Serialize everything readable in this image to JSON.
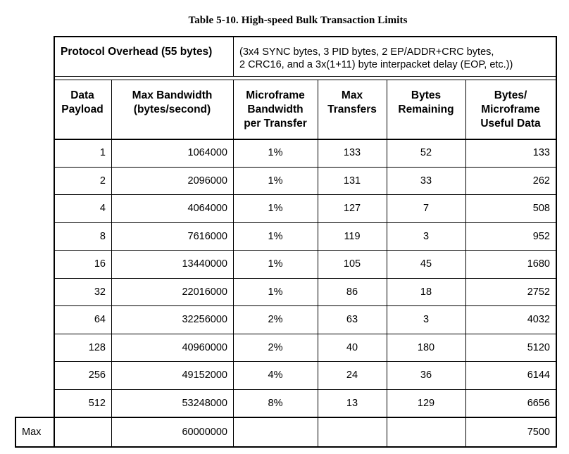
{
  "caption": "Table 5-10.  High-speed Bulk Transaction Limits",
  "protocol_overhead": {
    "label": "Protocol Overhead (55 bytes)",
    "description_line1": "(3x4 SYNC bytes, 3 PID bytes, 2 EP/ADDR+CRC bytes,",
    "description_line2": "2 CRC16, and a 3x(1+11) byte interpacket delay (EOP, etc.))"
  },
  "headers": {
    "payload": [
      "Data",
      "Payload"
    ],
    "bandwidth": [
      "Max Bandwidth",
      "(bytes/second)"
    ],
    "microframe": [
      "Microframe",
      "Bandwidth",
      "per Transfer"
    ],
    "transfers": [
      "Max",
      "Transfers"
    ],
    "remaining": [
      "Bytes",
      "Remaining"
    ],
    "useful": [
      "Bytes/",
      "Microframe",
      "Useful Data"
    ]
  },
  "rows": [
    {
      "payload": "1",
      "bandwidth": "1064000",
      "microframe": "1%",
      "transfers": "133",
      "remaining": "52",
      "useful": "133"
    },
    {
      "payload": "2",
      "bandwidth": "2096000",
      "microframe": "1%",
      "transfers": "131",
      "remaining": "33",
      "useful": "262"
    },
    {
      "payload": "4",
      "bandwidth": "4064000",
      "microframe": "1%",
      "transfers": "127",
      "remaining": "7",
      "useful": "508"
    },
    {
      "payload": "8",
      "bandwidth": "7616000",
      "microframe": "1%",
      "transfers": "119",
      "remaining": "3",
      "useful": "952"
    },
    {
      "payload": "16",
      "bandwidth": "13440000",
      "microframe": "1%",
      "transfers": "105",
      "remaining": "45",
      "useful": "1680"
    },
    {
      "payload": "32",
      "bandwidth": "22016000",
      "microframe": "1%",
      "transfers": "86",
      "remaining": "18",
      "useful": "2752"
    },
    {
      "payload": "64",
      "bandwidth": "32256000",
      "microframe": "2%",
      "transfers": "63",
      "remaining": "3",
      "useful": "4032"
    },
    {
      "payload": "128",
      "bandwidth": "40960000",
      "microframe": "2%",
      "transfers": "40",
      "remaining": "180",
      "useful": "5120"
    },
    {
      "payload": "256",
      "bandwidth": "49152000",
      "microframe": "4%",
      "transfers": "24",
      "remaining": "36",
      "useful": "6144"
    },
    {
      "payload": "512",
      "bandwidth": "53248000",
      "microframe": "8%",
      "transfers": "13",
      "remaining": "129",
      "useful": "6656"
    }
  ],
  "max_row": {
    "label": "Max",
    "payload": "",
    "bandwidth": "60000000",
    "microframe": "",
    "transfers": "",
    "remaining": "",
    "useful": "7500"
  }
}
